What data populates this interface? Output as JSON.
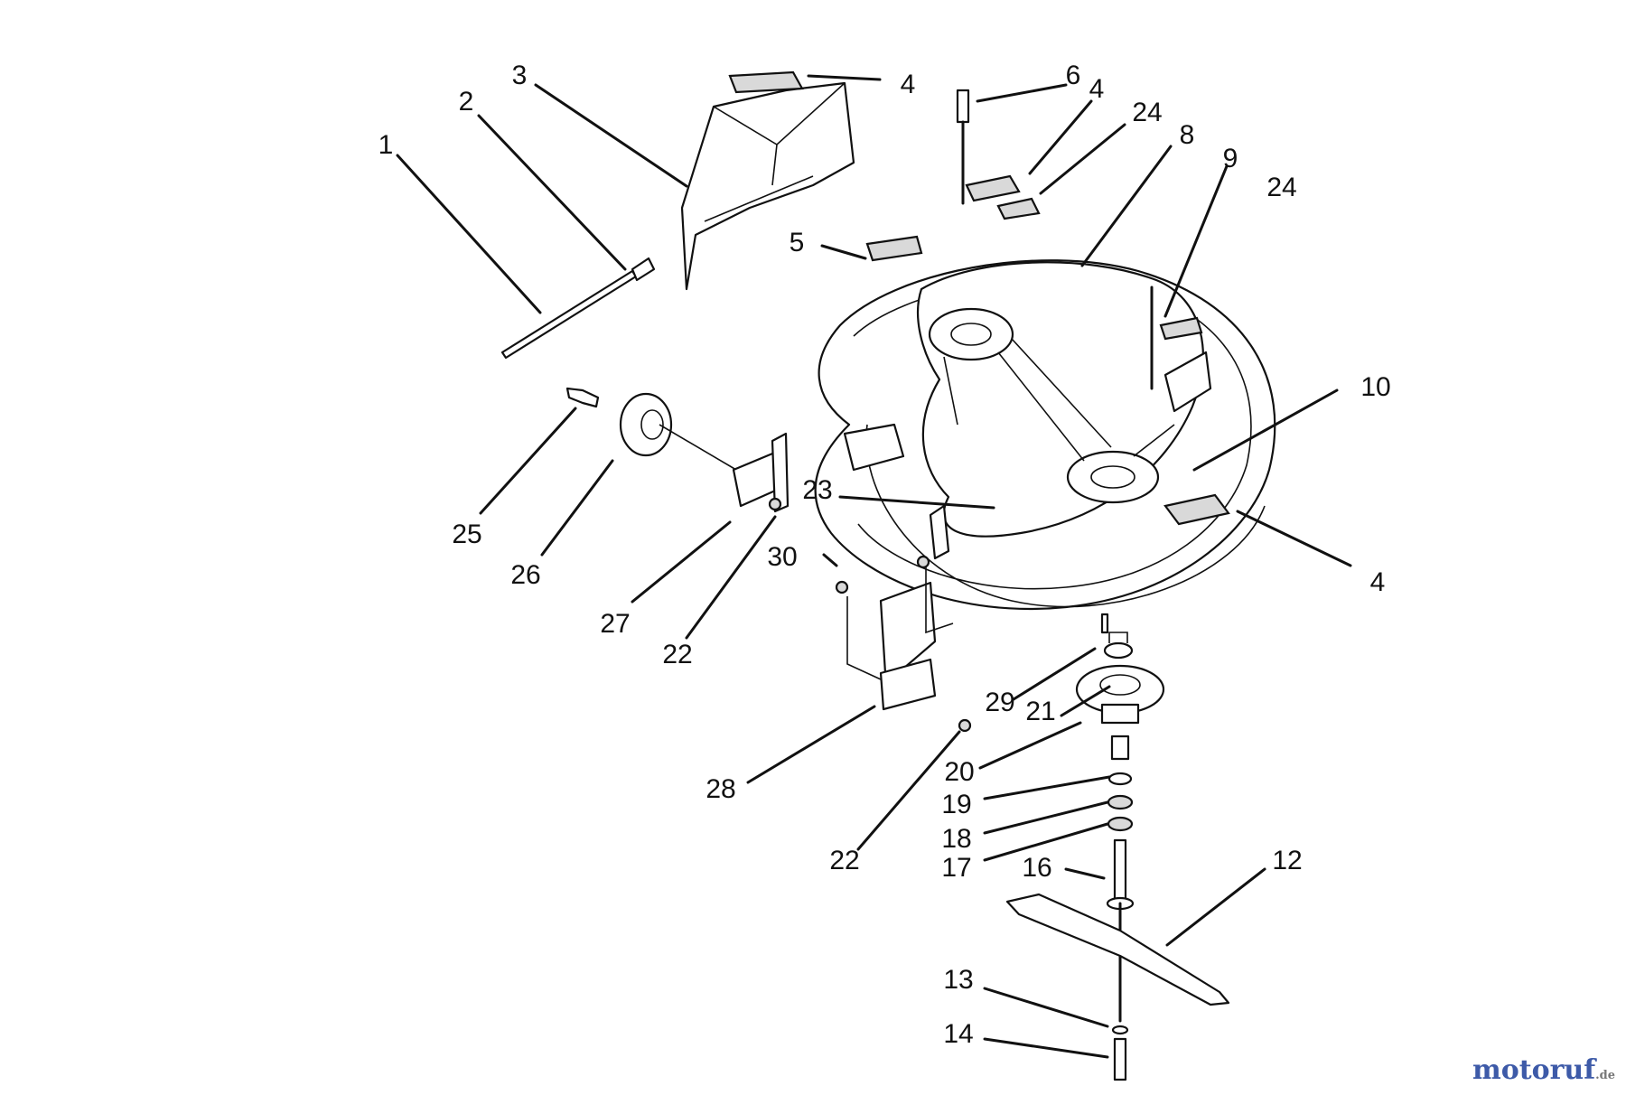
{
  "callouts": [
    {
      "id": "c1",
      "text": "1"
    },
    {
      "id": "c2",
      "text": "2"
    },
    {
      "id": "c3",
      "text": "3"
    },
    {
      "id": "c4a",
      "text": "4"
    },
    {
      "id": "c4b",
      "text": "4"
    },
    {
      "id": "c4c",
      "text": "4"
    },
    {
      "id": "c5",
      "text": "5"
    },
    {
      "id": "c6",
      "text": "6"
    },
    {
      "id": "c8",
      "text": "8"
    },
    {
      "id": "c9",
      "text": "9"
    },
    {
      "id": "c10",
      "text": "10"
    },
    {
      "id": "c12",
      "text": "12"
    },
    {
      "id": "c13",
      "text": "13"
    },
    {
      "id": "c14",
      "text": "14"
    },
    {
      "id": "c16",
      "text": "16"
    },
    {
      "id": "c17",
      "text": "17"
    },
    {
      "id": "c18",
      "text": "18"
    },
    {
      "id": "c19",
      "text": "19"
    },
    {
      "id": "c20",
      "text": "20"
    },
    {
      "id": "c21",
      "text": "21"
    },
    {
      "id": "c22a",
      "text": "22"
    },
    {
      "id": "c22b",
      "text": "22"
    },
    {
      "id": "c23",
      "text": "23"
    },
    {
      "id": "c24a",
      "text": "24"
    },
    {
      "id": "c24b",
      "text": "24"
    },
    {
      "id": "c25",
      "text": "25"
    },
    {
      "id": "c26",
      "text": "26"
    },
    {
      "id": "c27",
      "text": "27"
    },
    {
      "id": "c28",
      "text": "28"
    },
    {
      "id": "c29",
      "text": "29"
    },
    {
      "id": "c30",
      "text": "30"
    }
  ],
  "watermark": {
    "brand": "motoruf",
    "tld": ".de",
    "color": "#3d5aa8"
  }
}
